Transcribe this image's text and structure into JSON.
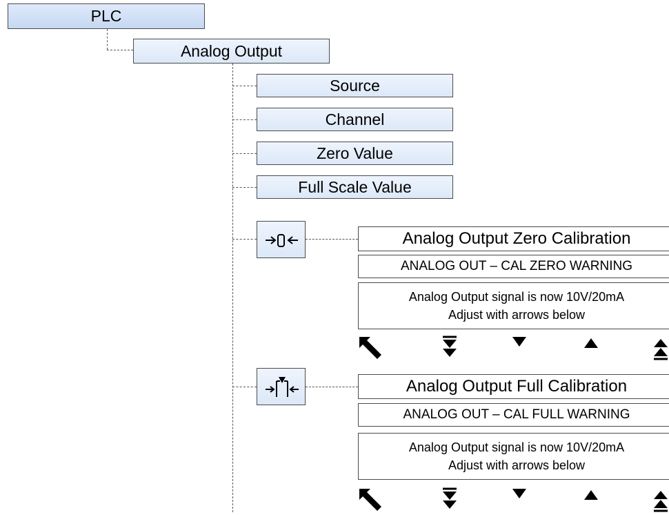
{
  "root": {
    "label": "PLC"
  },
  "analog_output": {
    "label": "Analog Output"
  },
  "children": {
    "source": "Source",
    "channel": "Channel",
    "zero_value": "Zero Value",
    "full_scale_value": "Full Scale Value"
  },
  "zero_cal": {
    "icon": "zero-calibration-icon",
    "title": "Analog Output Zero Calibration",
    "warning": "ANALOG OUT – CAL ZERO WARNING",
    "message_line1": "Analog Output signal is now 10V/20mA",
    "message_line2": "Adjust with arrows below",
    "arrows": [
      "exit-arrow-icon",
      "fast-down-arrow-icon",
      "down-arrow-icon",
      "up-arrow-icon",
      "fast-up-arrow-icon"
    ]
  },
  "full_cal": {
    "icon": "full-calibration-icon",
    "title": "Analog Output Full Calibration",
    "warning": "ANALOG OUT – CAL FULL WARNING",
    "message_line1": "Analog Output signal is now 10V/20mA",
    "message_line2": "Adjust with arrows below",
    "arrows": [
      "exit-arrow-icon",
      "fast-down-arrow-icon",
      "down-arrow-icon",
      "up-arrow-icon",
      "fast-up-arrow-icon"
    ]
  },
  "colors": {
    "node_fill": "#c5d8f2",
    "border": "#4a4a4a"
  }
}
